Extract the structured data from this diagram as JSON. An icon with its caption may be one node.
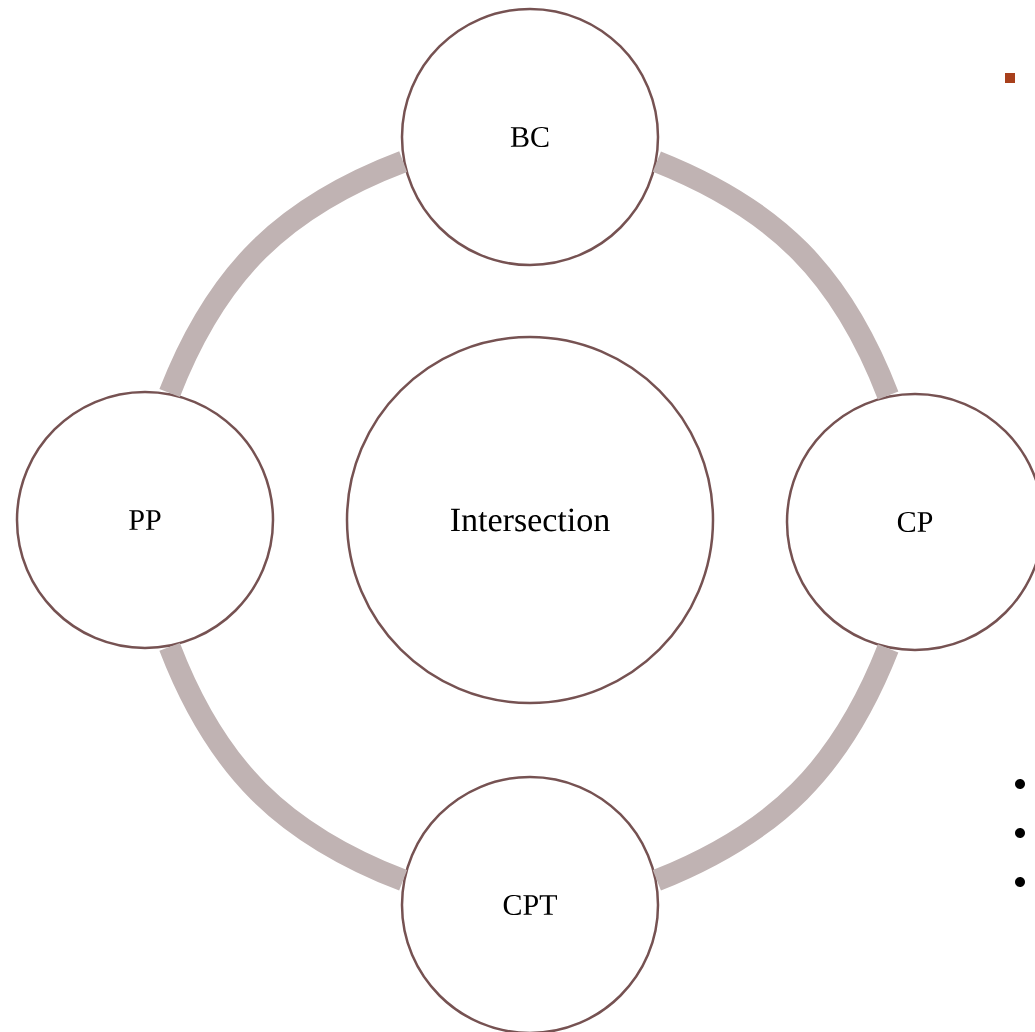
{
  "diagram": {
    "nodes": [
      {
        "text": [
          "BC"
        ]
      },
      {
        "text": [
          "PP"
        ]
      },
      {
        "text": [
          "Intersection"
        ]
      },
      {
        "text": [
          "CP"
        ]
      },
      {
        "text": [
          "CPT"
        ]
      }
    ],
    "edges": [
      {
        "from": 0,
        "to": 3,
        "arrow": "none"
      },
      {
        "from": 3,
        "to": 4,
        "arrow": "none"
      },
      {
        "from": 4,
        "to": 1,
        "arrow": "none"
      },
      {
        "from": 1,
        "to": 0,
        "arrow": "none"
      }
    ]
  }
}
